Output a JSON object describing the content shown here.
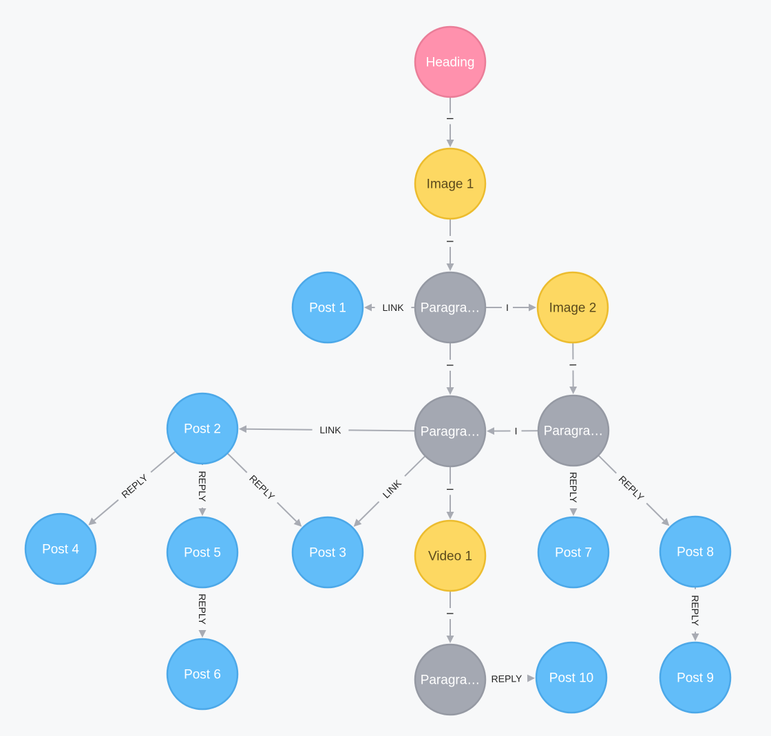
{
  "colors": {
    "heading": "#ff91ad",
    "heading_stroke": "#ea7d98",
    "image": "#fdd862",
    "image_stroke": "#ecbc2e",
    "paragraph": "#a4a8b2",
    "paragraph_stroke": "#9599a3",
    "post": "#62bdf9",
    "post_stroke": "#4ca8e8",
    "edge": "#a8abb3"
  },
  "nodes": [
    {
      "id": "heading",
      "label": "Heading",
      "kind": "heading"
    },
    {
      "id": "image1",
      "label": "Image 1",
      "kind": "image"
    },
    {
      "id": "para1",
      "label": "Paragra…",
      "kind": "paragraph"
    },
    {
      "id": "post1",
      "label": "Post 1",
      "kind": "post"
    },
    {
      "id": "image2",
      "label": "Image 2",
      "kind": "image"
    },
    {
      "id": "para2",
      "label": "Paragra…",
      "kind": "paragraph"
    },
    {
      "id": "para3",
      "label": "Paragra…",
      "kind": "paragraph"
    },
    {
      "id": "post2",
      "label": "Post 2",
      "kind": "post"
    },
    {
      "id": "post4",
      "label": "Post 4",
      "kind": "post"
    },
    {
      "id": "post5",
      "label": "Post 5",
      "kind": "post"
    },
    {
      "id": "post3",
      "label": "Post 3",
      "kind": "post"
    },
    {
      "id": "video1",
      "label": "Video 1",
      "kind": "image"
    },
    {
      "id": "post7",
      "label": "Post 7",
      "kind": "post"
    },
    {
      "id": "post8",
      "label": "Post 8",
      "kind": "post"
    },
    {
      "id": "post6",
      "label": "Post 6",
      "kind": "post"
    },
    {
      "id": "para4",
      "label": "Paragra…",
      "kind": "paragraph"
    },
    {
      "id": "post10",
      "label": "Post 10",
      "kind": "post"
    },
    {
      "id": "post9",
      "label": "Post 9",
      "kind": "post"
    }
  ],
  "edges": [
    {
      "from": "heading",
      "to": "image1",
      "label": "I"
    },
    {
      "from": "image1",
      "to": "para1",
      "label": "I"
    },
    {
      "from": "para1",
      "to": "post1",
      "label": "LINK"
    },
    {
      "from": "para1",
      "to": "image2",
      "label": "I"
    },
    {
      "from": "para1",
      "to": "para2",
      "label": "I"
    },
    {
      "from": "image2",
      "to": "para3",
      "label": "I"
    },
    {
      "from": "para3",
      "to": "para2",
      "label": "I"
    },
    {
      "from": "para2",
      "to": "post2",
      "label": "LINK"
    },
    {
      "from": "para2",
      "to": "post3",
      "label": "LINK"
    },
    {
      "from": "para2",
      "to": "video1",
      "label": "I"
    },
    {
      "from": "post2",
      "to": "post4",
      "label": "REPLY"
    },
    {
      "from": "post2",
      "to": "post5",
      "label": "REPLY"
    },
    {
      "from": "post2",
      "to": "post3",
      "label": "REPLY"
    },
    {
      "from": "para3",
      "to": "post7",
      "label": "REPLY"
    },
    {
      "from": "para3",
      "to": "post8",
      "label": "REPLY"
    },
    {
      "from": "post5",
      "to": "post6",
      "label": "REPLY"
    },
    {
      "from": "video1",
      "to": "para4",
      "label": "I"
    },
    {
      "from": "para4",
      "to": "post10",
      "label": "REPLY"
    },
    {
      "from": "post8",
      "to": "post9",
      "label": "REPLY"
    }
  ]
}
